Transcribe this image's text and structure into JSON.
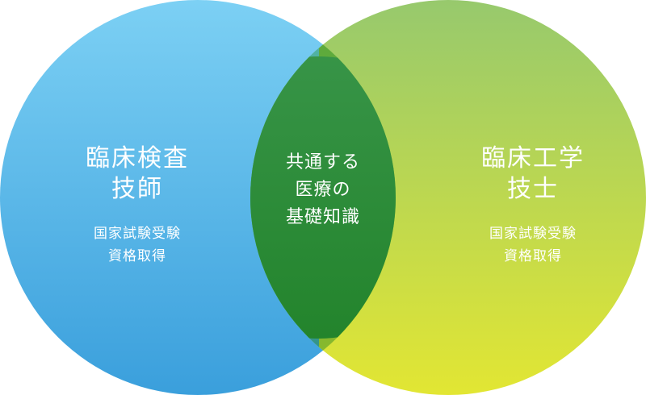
{
  "diagram": {
    "left_circle": {
      "title_lines": [
        "臨床検査",
        "技師"
      ],
      "sub_lines": [
        "国家試験受験",
        "資格取得"
      ],
      "colors": {
        "top": "#7cd0f4",
        "bottom": "#3a9fdc"
      }
    },
    "right_circle": {
      "title_lines": [
        "臨床工学",
        "技士"
      ],
      "sub_lines": [
        "国家試験受験",
        "資格取得"
      ],
      "colors": {
        "top": "#97c96d",
        "bottom": "#e2e633"
      }
    },
    "overlap": {
      "text_lines": [
        "共通する",
        "医療の",
        "基礎知識"
      ],
      "colors": {
        "left_lens": "#3a9a85",
        "right_lens": "#5aa236",
        "center": "#2b8a3e"
      }
    }
  }
}
